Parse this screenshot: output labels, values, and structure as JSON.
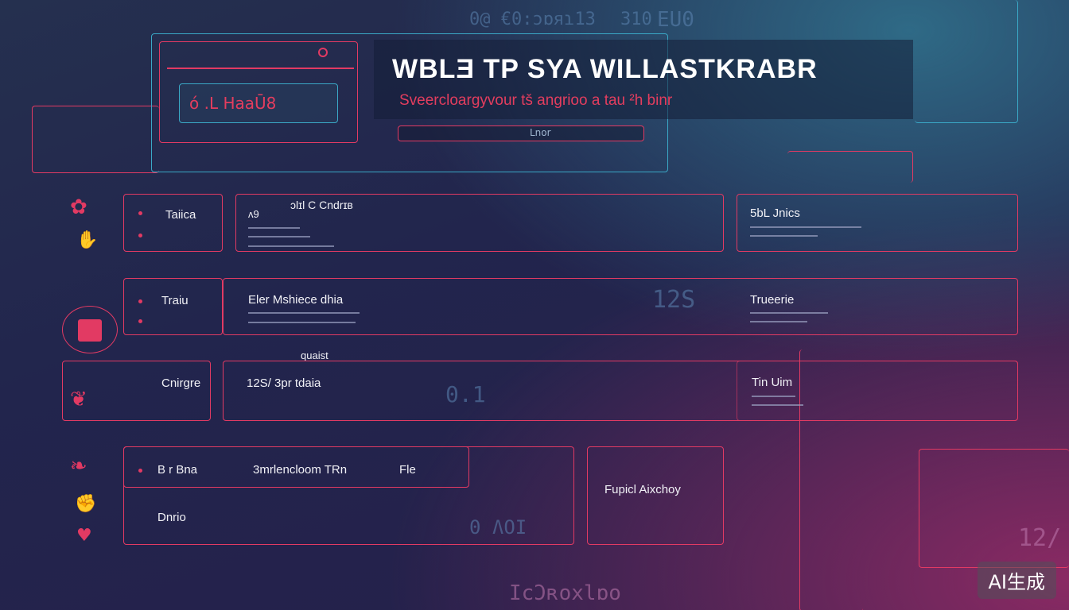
{
  "background_digits": [
    "0@ €0:ɔɒᴙɿ13",
    "310",
    "EU0",
    "12S",
    "IcƆʀoxlɒo",
    "12/",
    "0.1",
    "0 ɅOI"
  ],
  "header": {
    "title": "WBLƎ TP SYA WILLASTKRABR",
    "subtitle": "Sveercloargyvour  tš angrioo a tau ²h binr",
    "search_placeholder": "Lnor",
    "panel_label": "ó .L HaaŪ8"
  },
  "rows": [
    {
      "side": "Taiica",
      "main_title": "ʌ9",
      "main_heading": "ɔlɪl C Cndrɪʙ",
      "right": "5bL Jnics"
    },
    {
      "side": "Traiu",
      "main_heading": "Eler Mshiece dhia",
      "right": "Trueerie"
    },
    {
      "section": "quaist",
      "side": "Cnirgre",
      "main_heading": "12S/ 3pr tdaia",
      "right": "Tin  Uim"
    },
    {
      "side": "B r Bna",
      "side2": "Dnrio",
      "main_heading": "3mrlencloom TRn",
      "main_extra": "Fle",
      "right": "Fupicl Aixchoy"
    }
  ],
  "watermark": "AI生成",
  "colors": {
    "accent": "#e23a63",
    "cyan": "#3aa8c6",
    "bg": "#22254d"
  }
}
